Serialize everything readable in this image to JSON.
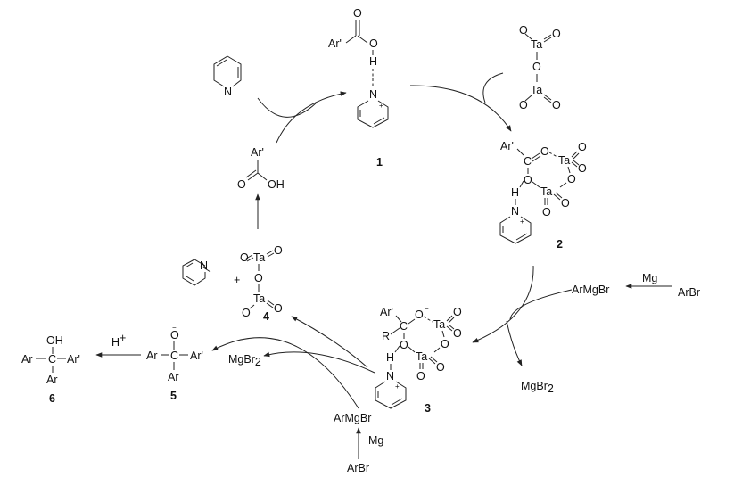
{
  "labels": {
    "compound_1": "1",
    "compound_2": "2",
    "compound_3": "3",
    "compound_4": "4",
    "compound_5": "5",
    "compound_6": "6"
  },
  "atoms": {
    "ar_prime": "Ar'",
    "ar": "Ar",
    "oxygen": "O",
    "hydrogen": "H",
    "nitrogen": "N",
    "carbon": "C",
    "tantalum": "Ta",
    "r_group": "R",
    "oh": "OH",
    "plus": "+",
    "minus": "−"
  },
  "reagents": {
    "grignard": "ArMgBr",
    "aryl_bromide": "ArBr",
    "magnesium": "Mg",
    "mgbr": "MgBr",
    "subscript_2": "2",
    "proton_h": "H",
    "proton_plus": "+"
  }
}
